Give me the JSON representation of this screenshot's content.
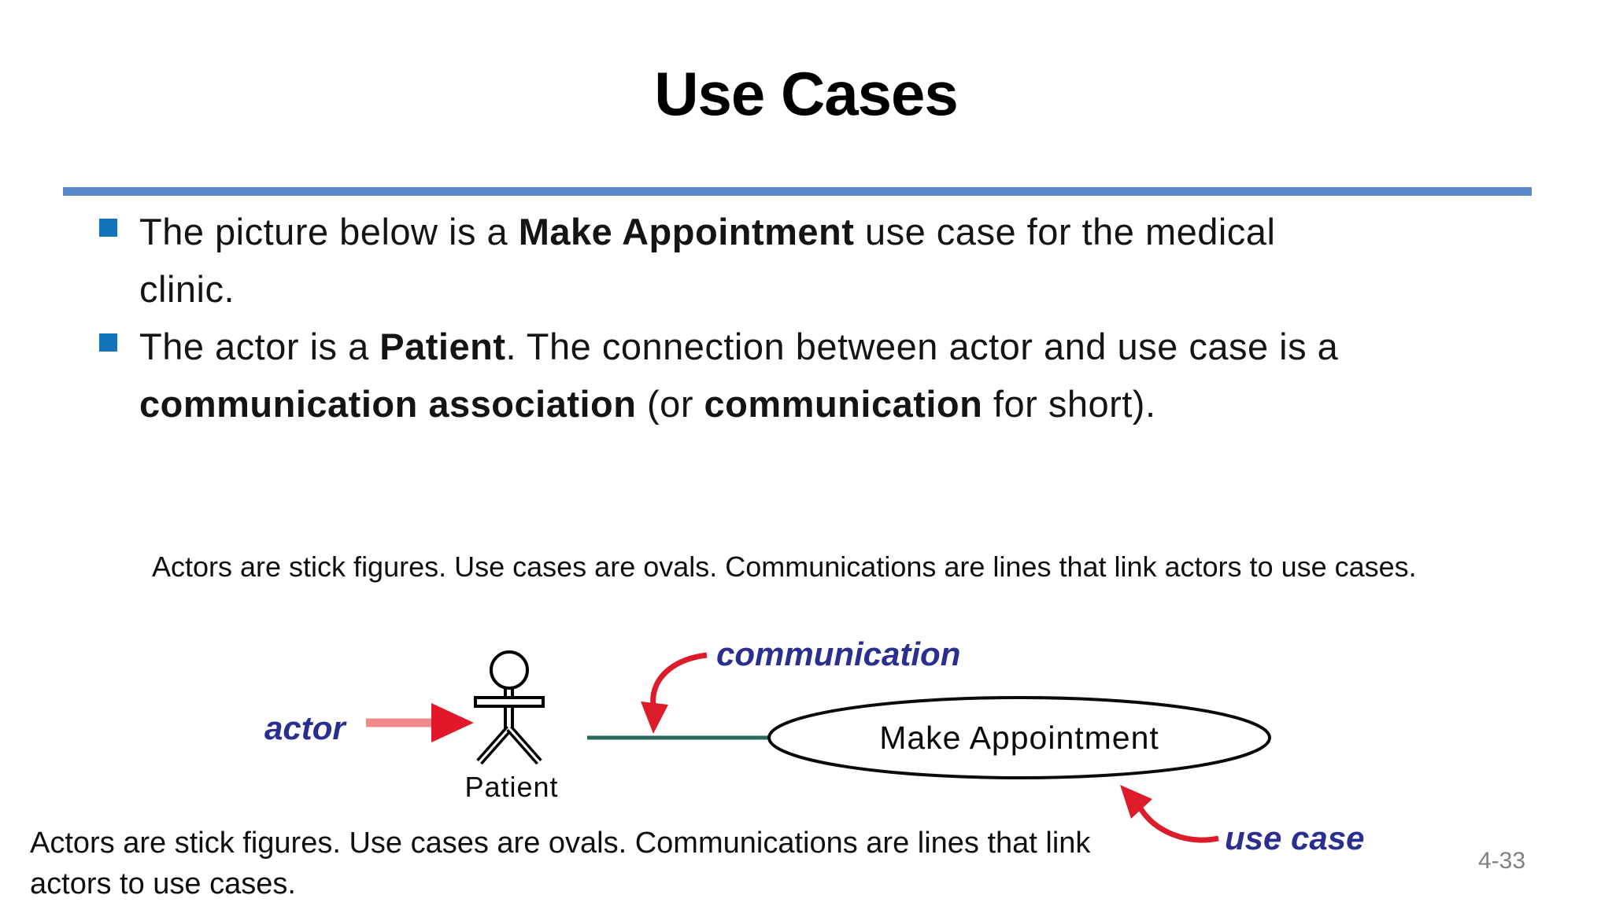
{
  "slide": {
    "title": "Use Cases",
    "page_number": "4-33"
  },
  "bullets": [
    {
      "lines": [
        [
          {
            "text": "The picture below is a ",
            "bold": false
          },
          {
            "text": "Make Appointment",
            "bold": true
          },
          {
            "text": " use case for the medical",
            "bold": false
          }
        ],
        [
          {
            "text": "clinic.",
            "bold": false
          }
        ]
      ]
    },
    {
      "lines": [
        [
          {
            "text": "The actor is a ",
            "bold": false
          },
          {
            "text": "Patient",
            "bold": true
          },
          {
            "text": ". The connection between actor and use case is a",
            "bold": false
          }
        ],
        [
          {
            "text": "communication association",
            "bold": true
          },
          {
            "text": " (or ",
            "bold": false
          },
          {
            "text": "communication",
            "bold": true
          },
          {
            "text": " for short).",
            "bold": false
          }
        ]
      ]
    }
  ],
  "captions": {
    "top": "Actors are stick figures. Use cases are ovals. Communications are lines that link actors to use cases.",
    "bottom_lines": [
      "Actors are stick figures. Use cases are ovals. Communications are lines that link",
      "actors to use cases."
    ]
  },
  "diagram": {
    "actor_label": "actor",
    "actor_name": "Patient",
    "communication_label": "communication",
    "use_case_label": "use case",
    "use_case_name": "Make Appointment"
  },
  "colors": {
    "accent_bar": "#5b88cb",
    "bullet_square": "#1173ba",
    "annotation_navy": "#2a2e8f",
    "arrow_red": "#dc1c2a",
    "arrow_shaft_pink": "#f08a8a",
    "communication_line_teal": "#2a675c",
    "page_number_gray": "#7f7f87"
  }
}
